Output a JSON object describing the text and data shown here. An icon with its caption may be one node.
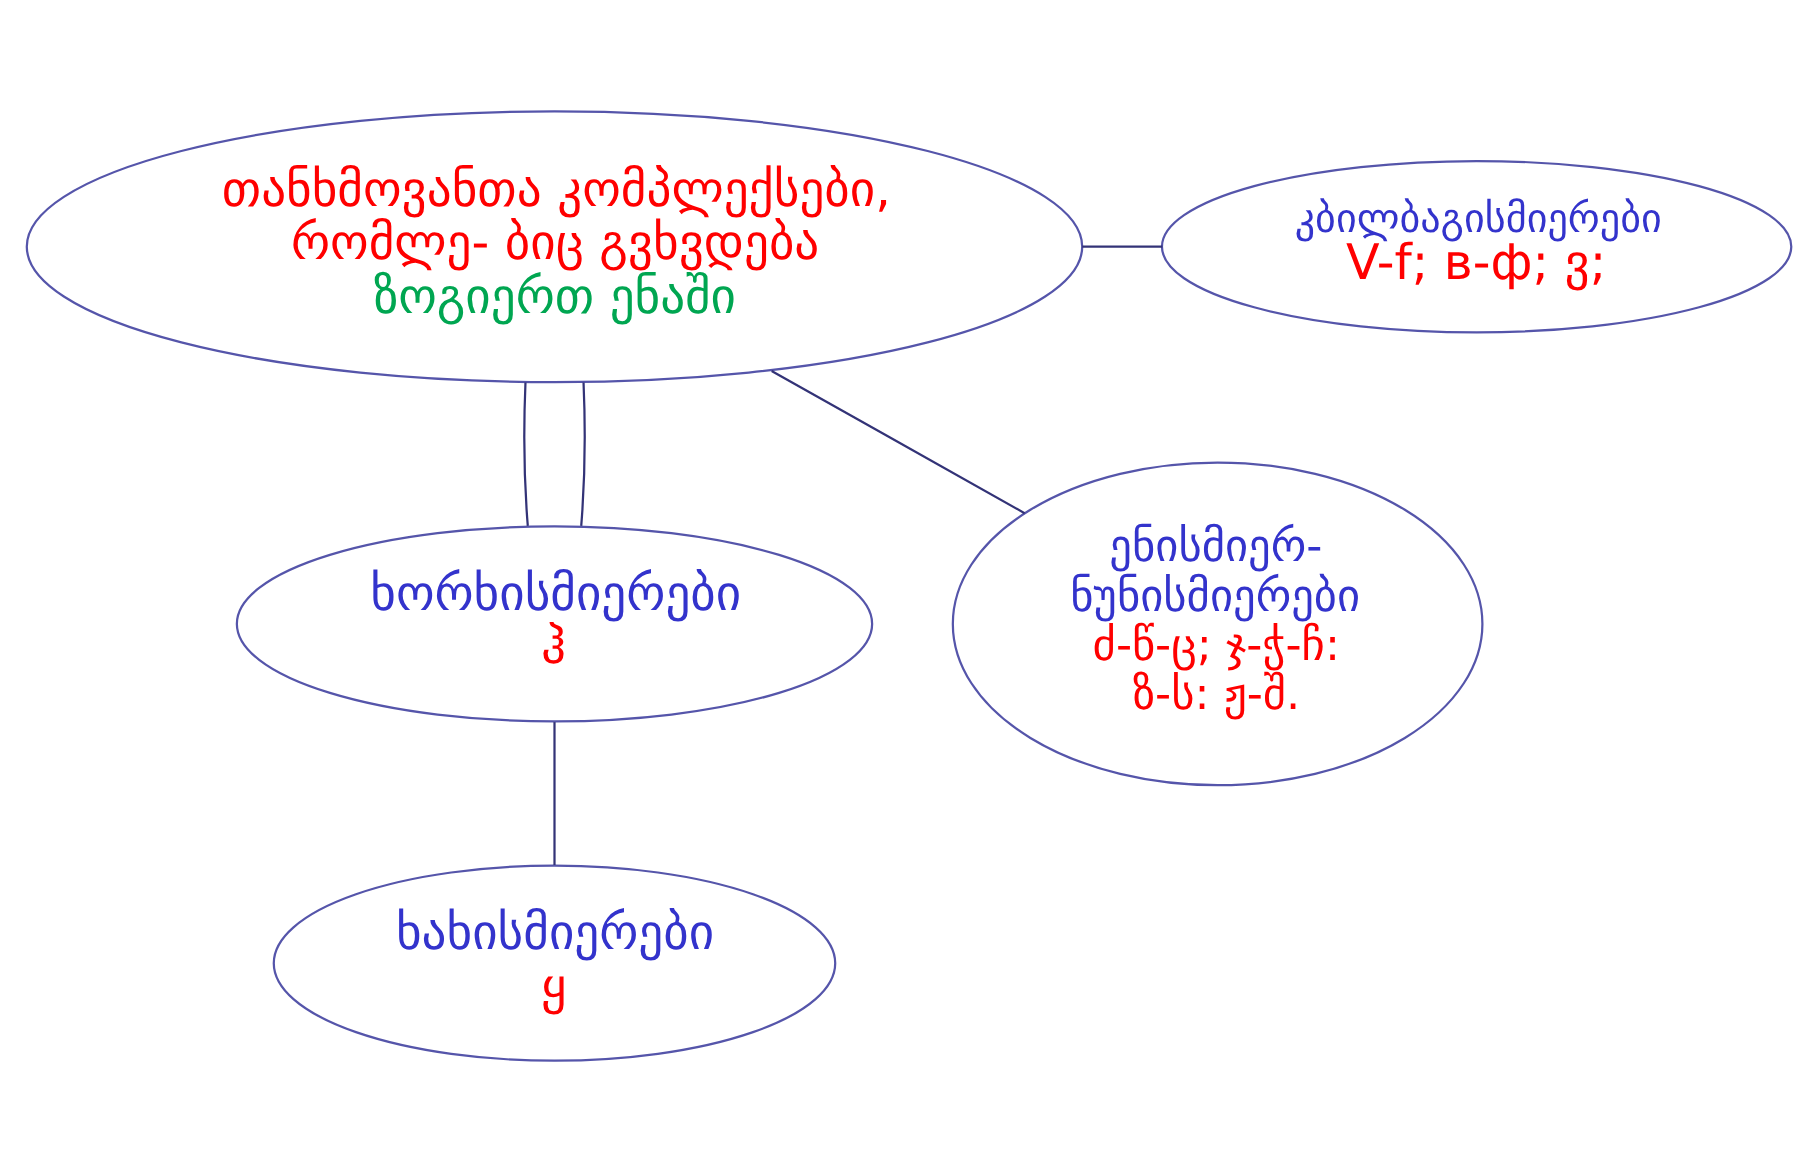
{
  "diagram": {
    "nodes": [
      {
        "text": [
          "თანხმოვანთა კომპლექსები, რომლე- ბიც გვხვდება",
          "ზოგიერთ ენაში"
        ]
      },
      {
        "text": [
          "კბილბაგისმიერები",
          "V-f; в-ф; ვ;"
        ]
      },
      {
        "text": [
          "ხორხისმიერები",
          "ჰ"
        ]
      },
      {
        "text": [
          "ენისმიერ- ნუნისმიერები",
          "ძ-წ-ც; ჯ-ჭ-ჩ: ზ-ს: ჟ-შ."
        ]
      },
      {
        "text": [
          "ხახისმიერები",
          "ყ"
        ]
      }
    ],
    "edges": [
      {
        "from": 0,
        "to": 2,
        "arrow": "none"
      },
      {
        "from": 0,
        "to": 2,
        "arrow": "none"
      },
      {
        "from": 0,
        "to": 1,
        "arrow": "none"
      },
      {
        "from": 0,
        "to": 3,
        "arrow": "none"
      },
      {
        "from": 2,
        "to": 4,
        "arrow": "none"
      }
    ]
  }
}
